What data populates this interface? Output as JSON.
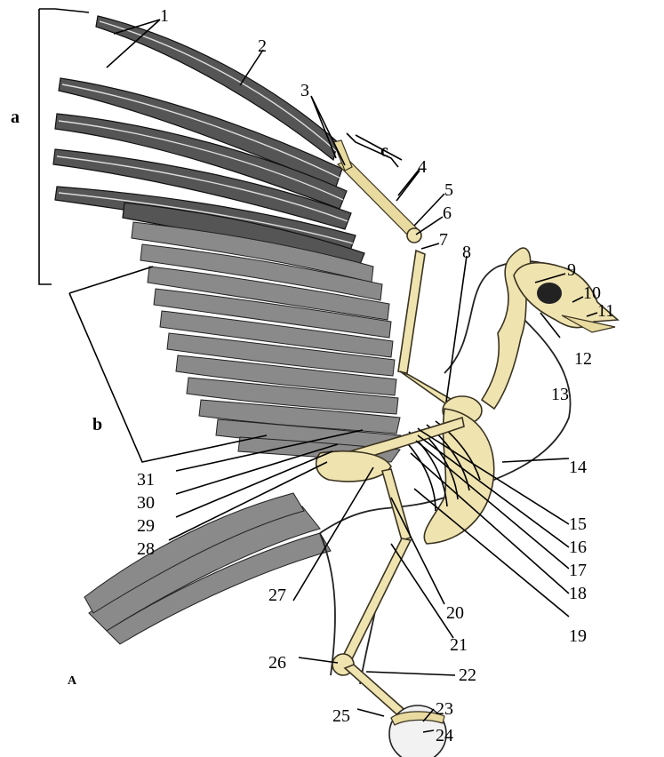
{
  "groups": {
    "a": "a",
    "b": "b",
    "c": "c"
  },
  "corner_mark": "A",
  "labels": {
    "l1": "1",
    "l2": "2",
    "l3": "3",
    "l4": "4",
    "l5": "5",
    "l6": "6",
    "l7": "7",
    "l8": "8",
    "l9": "9",
    "l10": "10",
    "l11": "11",
    "l12": "12",
    "l13": "13",
    "l14": "14",
    "l15": "15",
    "l16": "16",
    "l17": "17",
    "l18": "18",
    "l19": "19",
    "l20": "20",
    "l21": "21",
    "l22": "22",
    "l23": "23",
    "l24": "24",
    "l25": "25",
    "l26": "26",
    "l27": "27",
    "l28": "28",
    "l29": "29",
    "l30": "30",
    "l31": "31"
  },
  "colors": {
    "bone": "#efe3b0",
    "feather": "#555555",
    "ink": "#000000"
  }
}
